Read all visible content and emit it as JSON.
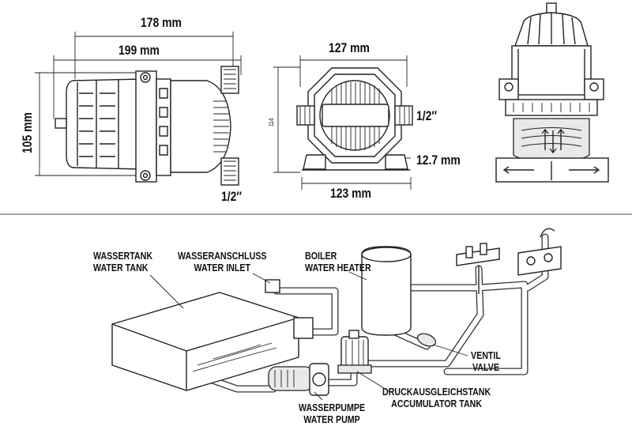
{
  "dimensions": {
    "width_178": "178 mm",
    "width_199": "199 mm",
    "height_105": "105 mm",
    "port_side": "1/2″",
    "front_width_127": "127 mm",
    "front_height_114": "114",
    "port_front": "1/2″",
    "foot_height": "12.7 mm",
    "base_width_123": "123 mm"
  },
  "labels": {
    "water_tank_de": "WASSERTANK",
    "water_tank_en": "WATER TANK",
    "water_inlet_de": "WASSERANSCHLUSS",
    "water_inlet_en": "WATER INLET",
    "heater_de": "BOILER",
    "heater_en": "WATER HEATER",
    "valve_de": "VENTIL",
    "valve_en": "VALVE",
    "accumulator_de": "DRUCKAUSGLEICHSTANK",
    "accumulator_en": "ACCUMULATOR TANK",
    "pump_de": "WASSERPUMPE",
    "pump_en": "WATER PUMP"
  },
  "icons": [
    "pump-side-view",
    "pump-front-view",
    "accumulator-cutaway",
    "water-tank",
    "water-heater",
    "faucet",
    "shower-mixer"
  ]
}
